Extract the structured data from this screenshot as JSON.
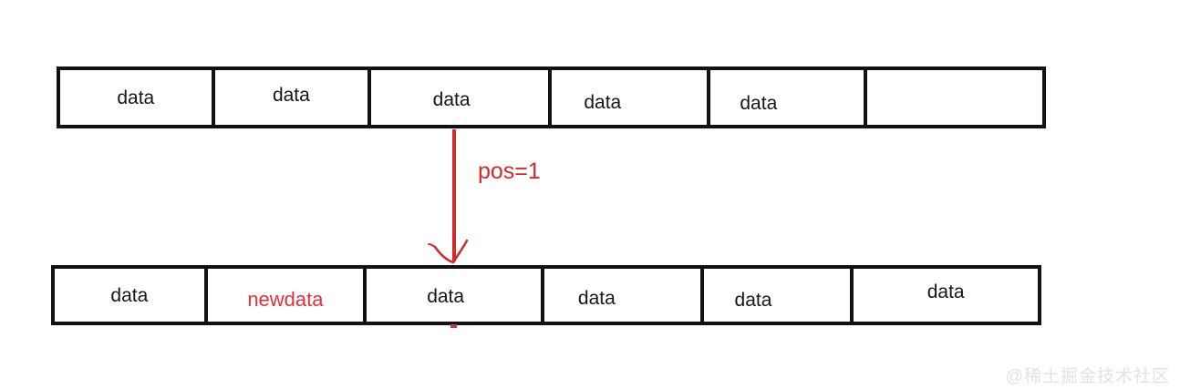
{
  "diagram": {
    "description_label": "array insert diagram",
    "top_array": {
      "cells": [
        {
          "label": "data"
        },
        {
          "label": "data"
        },
        {
          "label": "data"
        },
        {
          "label": "data"
        },
        {
          "label": "data"
        },
        {
          "label": ""
        }
      ]
    },
    "arrow": {
      "label": "pos=1",
      "color": "#d22a2a"
    },
    "bottom_array": {
      "cells": [
        {
          "label": "data"
        },
        {
          "label": "newdata"
        },
        {
          "label": "data"
        },
        {
          "label": "data"
        },
        {
          "label": "data"
        },
        {
          "label": "data"
        }
      ],
      "highlight_cell_index": 1,
      "highlight_color": "#e0313c"
    },
    "colors": {
      "border": "#121212",
      "text": "#161616",
      "accent_red": "#d22a2a",
      "background": "#ffffff",
      "watermark": "#e2e2e2"
    }
  },
  "watermark": {
    "text": "@稀土掘金技术社区"
  }
}
